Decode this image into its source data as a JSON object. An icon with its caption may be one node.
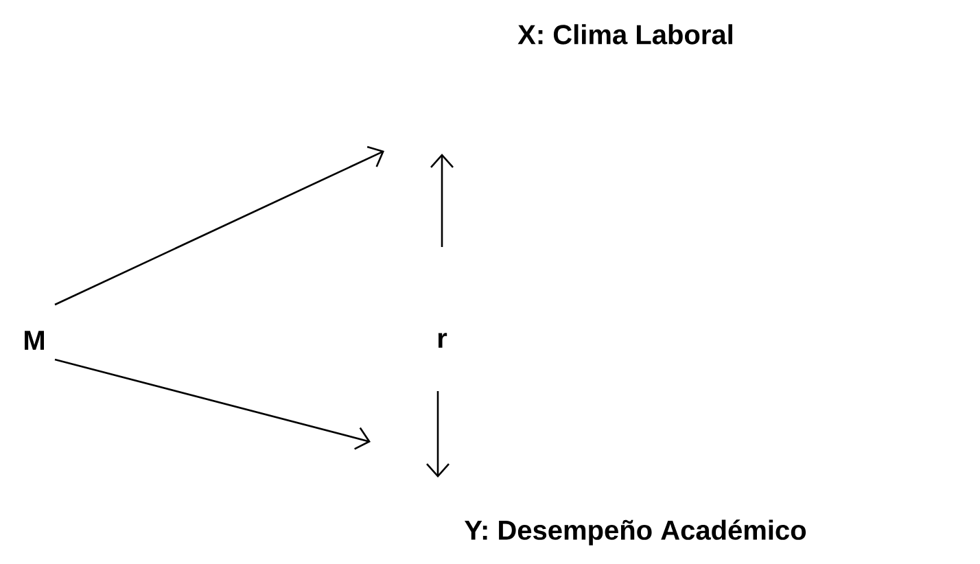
{
  "diagram": {
    "nodes": [
      {
        "text": [
          "X: Clima Laboral"
        ]
      },
      {
        "text": [
          "M"
        ]
      },
      {
        "text": [
          "r"
        ]
      },
      {
        "text": [
          "Y: Desempeño Académico"
        ]
      }
    ],
    "edges": [
      {
        "from": 1,
        "to": null,
        "arrow": "to"
      },
      {
        "from": 1,
        "to": null,
        "arrow": "to"
      }
    ]
  }
}
